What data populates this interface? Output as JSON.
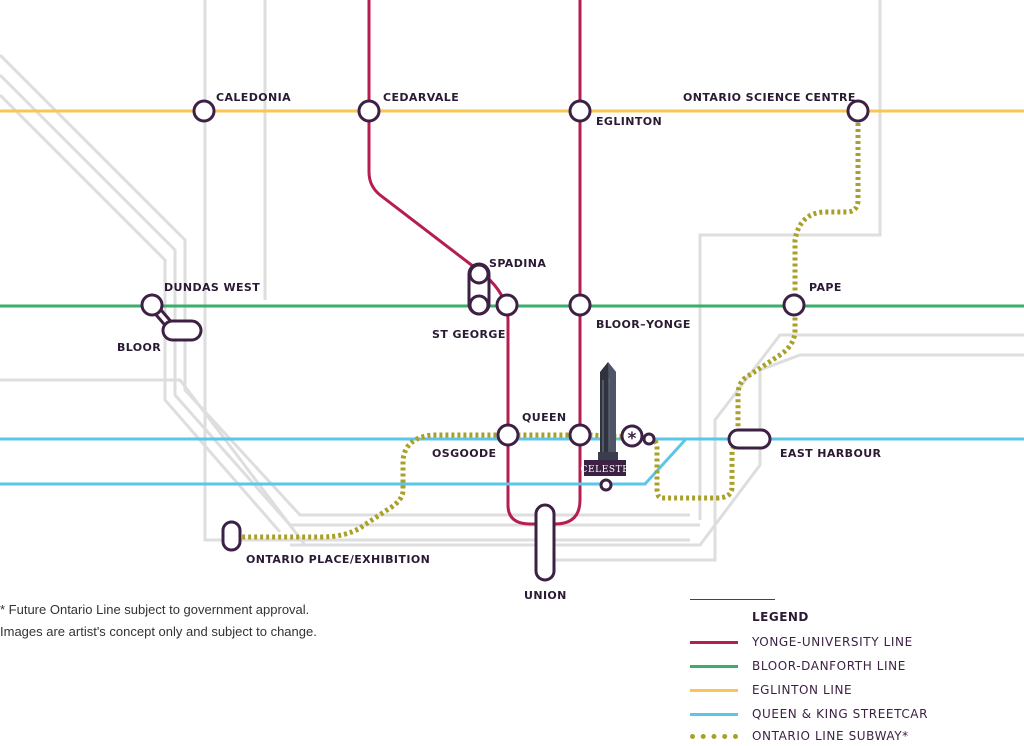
{
  "colors": {
    "yonge_university": "#b51e4f",
    "bloor_danforth": "#3cae6b",
    "eglinton": "#f9c553",
    "queen_king": "#5bc6e8",
    "ontario_line": "#a9a02a",
    "station_outline": "#3d2145",
    "streets": "#dedede"
  },
  "stations": {
    "caledonia": "CALEDONIA",
    "cedarvale": "CEDARVALE",
    "eglinton": "EGLINTON",
    "ontario_science_centre": "ONTARIO SCIENCE CENTRE",
    "spadina": "SPADINA",
    "dundas_west": "DUNDAS WEST",
    "bloor": "BLOOR",
    "st_george": "ST GEORGE",
    "bloor_yonge": "BLOOR–YONGE",
    "pape": "PAPE",
    "queen": "QUEEN",
    "osgoode": "OSGOODE",
    "east_harbour": "EAST HARBOUR",
    "ontario_place": "ONTARIO PLACE/EXHIBITION",
    "union": "UNION"
  },
  "building_label": "CELESTE",
  "asterisk": "*",
  "disclaimer": {
    "line1": "* Future Ontario Line subject to government approval.",
    "line2": "Images are artist's concept only and subject to change."
  },
  "legend": {
    "title": "LEGEND",
    "items": [
      {
        "label": "YONGE-UNIVERSITY LINE",
        "color": "#b51e4f",
        "style": "solid"
      },
      {
        "label": "BLOOR-DANFORTH LINE",
        "color": "#3cae6b",
        "style": "solid"
      },
      {
        "label": "EGLINTON LINE",
        "color": "#f9c553",
        "style": "solid"
      },
      {
        "label": "QUEEN & KING STREETCAR",
        "color": "#5bc6e8",
        "style": "solid"
      },
      {
        "label": "ONTARIO LINE SUBWAY*",
        "color": "#a9a02a",
        "style": "dotted"
      }
    ]
  }
}
